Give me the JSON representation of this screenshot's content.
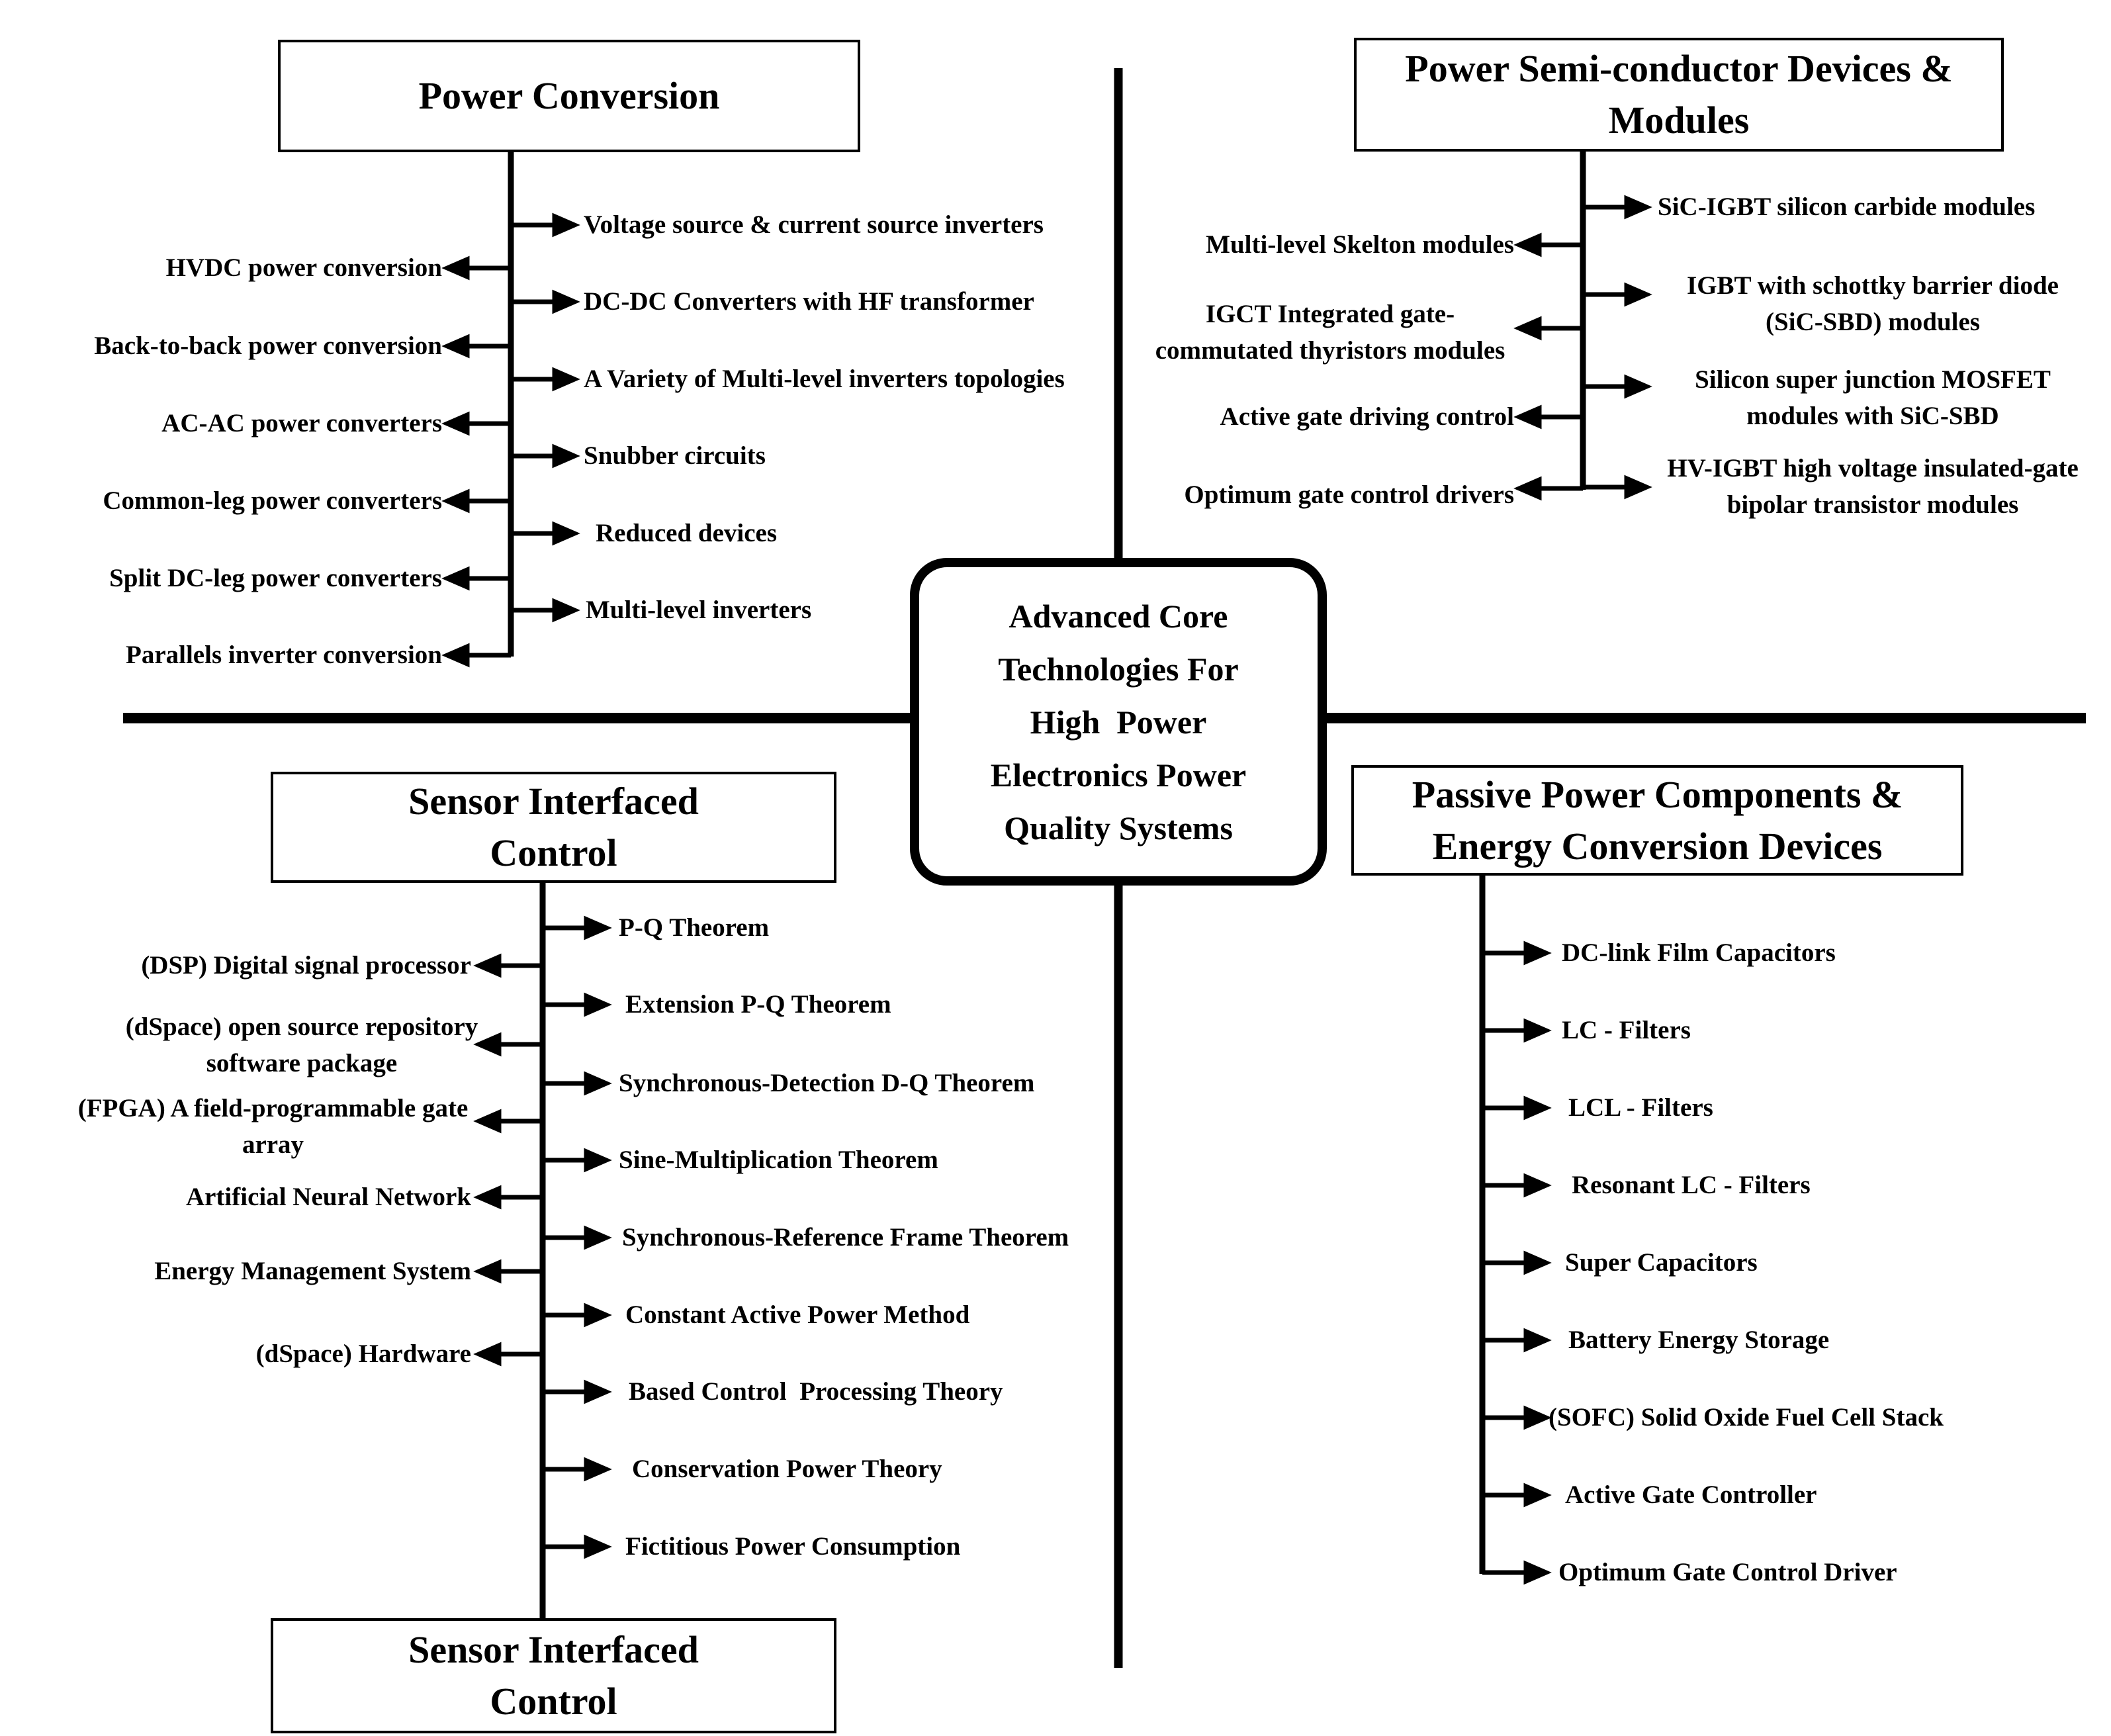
{
  "center_box": {
    "lines": [
      "Advanced Core",
      "Technologies For",
      "High  Power",
      "Electronics Power",
      "Quality Systems"
    ]
  },
  "power_conversion": {
    "title": "Power Conversion",
    "right_items": [
      "Voltage source & current source inverters",
      "DC-DC Converters with HF transformer",
      "A Variety of Multi-level inverters topologies",
      "Snubber circuits",
      "Reduced devices",
      "Multi-level inverters"
    ],
    "left_items": [
      "HVDC power conversion",
      "Back-to-back power conversion",
      "AC-AC power converters",
      "Common-leg power converters",
      "Split DC-leg power converters",
      "Parallels inverter conversion"
    ]
  },
  "semiconductor": {
    "title_lines": [
      "Power Semi-conductor Devices &",
      "Modules"
    ],
    "right_items": [
      {
        "lines": [
          "SiC-IGBT silicon carbide modules",
          ""
        ]
      },
      {
        "lines": [
          "IGBT with schottky barrier diode",
          "(SiC-SBD) modules"
        ]
      },
      {
        "lines": [
          "Silicon super junction MOSFET",
          "modules with SiC-SBD"
        ]
      },
      {
        "lines": [
          "HV-IGBT high voltage insulated-gate",
          "bipolar transistor modules"
        ]
      }
    ],
    "left_items": [
      {
        "lines": [
          "Multi-level Skelton modules",
          ""
        ]
      },
      {
        "lines": [
          "IGCT Integrated gate-",
          "commutated thyristors modules"
        ]
      },
      {
        "lines": [
          "Active gate driving control",
          ""
        ]
      },
      {
        "lines": [
          "Optimum gate control drivers",
          ""
        ]
      }
    ]
  },
  "sensor_control": {
    "title_lines": [
      "Sensor Interfaced",
      "Control"
    ],
    "bottom_title_lines": [
      "Sensor Interfaced",
      "Control"
    ],
    "right_items": [
      "P-Q Theorem",
      "Extension P-Q Theorem",
      "Synchronous-Detection D-Q Theorem",
      "Sine-Multiplication Theorem",
      "Synchronous-Reference Frame Theorem",
      "Constant Active Power Method",
      "Based Control  Processing Theory",
      "Conservation Power Theory",
      "Fictitious Power Consumption"
    ],
    "left_items": [
      {
        "lines": [
          "(DSP) Digital signal processor",
          ""
        ]
      },
      {
        "lines": [
          "(dSpace) open source repository",
          "software package"
        ]
      },
      {
        "lines": [
          "(FPGA) A field-programmable gate",
          "array"
        ]
      },
      {
        "lines": [
          "Artificial Neural Network",
          ""
        ]
      },
      {
        "lines": [
          "Energy Management System",
          ""
        ]
      },
      {
        "lines": [
          "(dSpace) Hardware",
          ""
        ]
      }
    ]
  },
  "passive": {
    "title_lines": [
      "Passive Power Components &",
      "Energy Conversion Devices"
    ],
    "items": [
      "DC-link Film Capacitors",
      "LC - Filters",
      "LCL - Filters",
      "Resonant LC - Filters",
      "Super Capacitors",
      "Battery Energy Storage",
      "(SOFC) Solid Oxide Fuel Cell Stack",
      "Active Gate Controller",
      "Optimum Gate Control Driver"
    ]
  }
}
